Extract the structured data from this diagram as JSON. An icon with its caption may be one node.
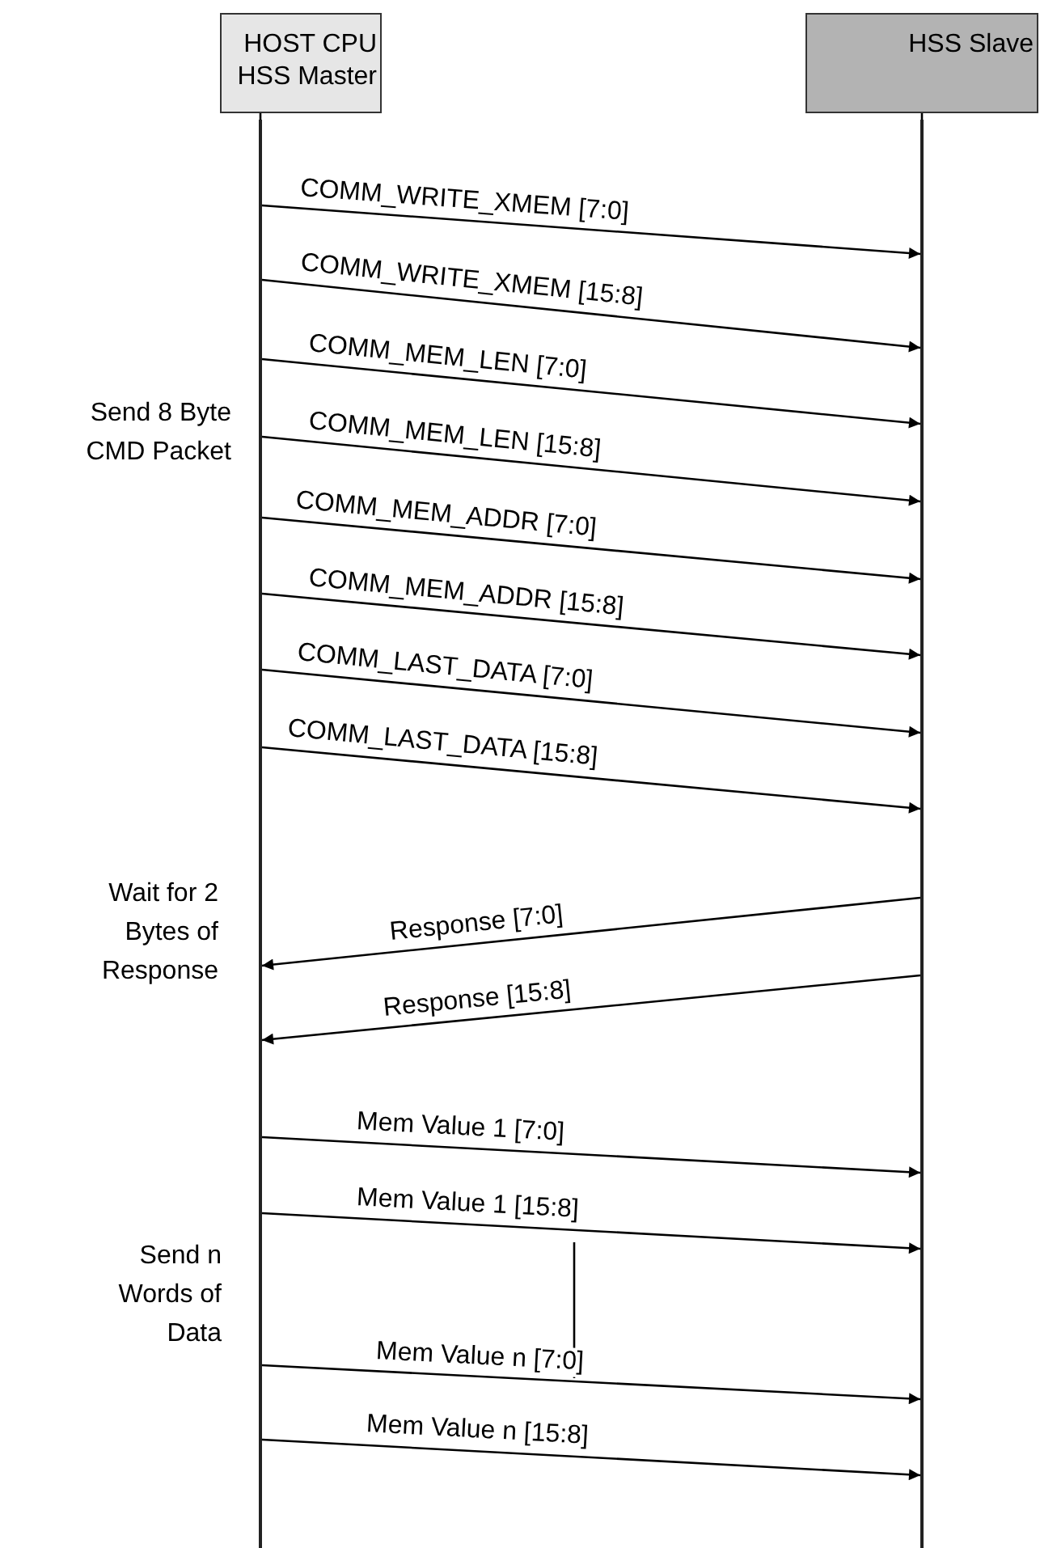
{
  "diagram": {
    "nodes": [
      {
        "text": [
          "HOST CPU HSS Master"
        ]
      },
      {
        "text": [
          "HSS Slave"
        ]
      },
      {
        "text": [],
        "shape": "line"
      },
      {
        "text": [],
        "shape": "line"
      }
    ],
    "edges": [
      {
        "from": 0,
        "to": 2,
        "arrow": "none"
      },
      {
        "from": 1,
        "to": 3,
        "arrow": "none"
      },
      {
        "from": 2,
        "to": 3,
        "arrow": "to",
        "label": "COMM_WRITE_XMEM [7:0]"
      },
      {
        "from": 2,
        "to": 3,
        "arrow": "to",
        "label": "COMM_WRITE_XMEM [15:8]"
      },
      {
        "from": 2,
        "to": 3,
        "arrow": "to",
        "label": "COMM_MEM_LEN [7:0]"
      },
      {
        "from": 2,
        "to": 3,
        "arrow": "to",
        "label": "COMM_MEM_LEN [15:8]"
      },
      {
        "from": 2,
        "to": 3,
        "arrow": "to",
        "label": "COMM_MEM_ADDR [7:0]"
      },
      {
        "from": 2,
        "to": 3,
        "arrow": "to",
        "label": "COMM_MEM_ADDR [15:8]"
      },
      {
        "from": 2,
        "to": 3,
        "arrow": "to",
        "label": "COMM_LAST_DATA [7:0]"
      },
      {
        "from": 2,
        "to": 3,
        "arrow": "to",
        "label": "COMM_LAST_DATA [15:8]"
      },
      {
        "from": 3,
        "to": 2,
        "arrow": "to",
        "label": "Response [7:0]"
      },
      {
        "from": 3,
        "to": 2,
        "arrow": "to",
        "label": "Response [15:8]"
      },
      {
        "from": 2,
        "to": 3,
        "arrow": "to",
        "label": "Mem Value 1 [7:0]"
      },
      {
        "from": 2,
        "to": 3,
        "arrow": "to",
        "label": "Mem Value 1 [15:8]"
      },
      {
        "from": 2,
        "to": 3,
        "arrow": "to",
        "label": "Mem Value n [7:0]"
      },
      {
        "from": 2,
        "to": 3,
        "arrow": "to",
        "label": "Mem Value n [15:8]"
      }
    ],
    "labels": [
      "Send 8 Byte CMD Packet",
      "Wait for 2 Bytes of Response",
      "Send n Words of Data"
    ]
  }
}
